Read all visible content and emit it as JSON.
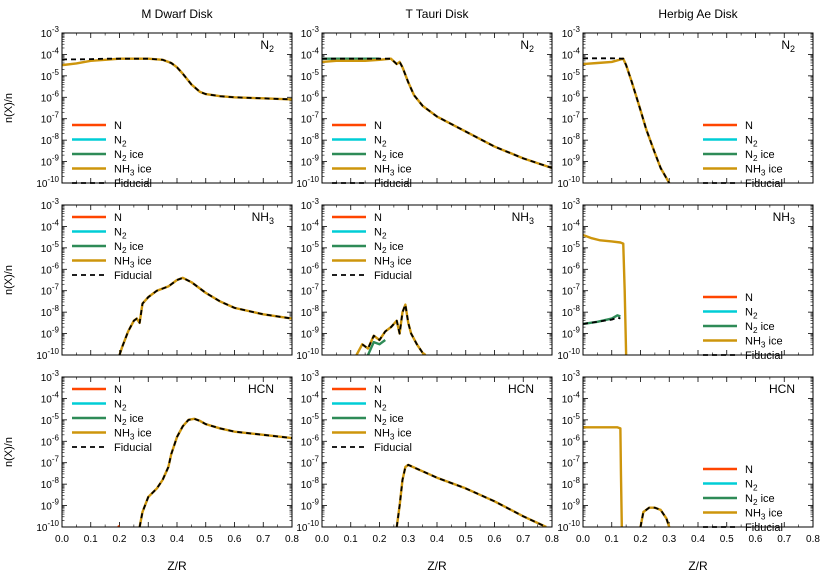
{
  "colors": {
    "N": "#ff4500",
    "N2": "#00cdd6",
    "N2ice": "#2e8b57",
    "NH3ice": "#cd950c",
    "Fiducial": "#000000"
  },
  "legend_labels": [
    {
      "key": "N",
      "base": "N",
      "sub": "",
      "tail": ""
    },
    {
      "key": "N2",
      "base": "N",
      "sub": "2",
      "tail": ""
    },
    {
      "key": "N2ice",
      "base": "N",
      "sub": "2",
      "tail": " ice"
    },
    {
      "key": "NH3ice",
      "base": "NH",
      "sub": "3",
      "tail": " ice"
    },
    {
      "key": "Fiducial",
      "base": "Fiducial",
      "sub": "",
      "tail": ""
    }
  ],
  "column_titles": [
    "M Dwarf Disk",
    "T Tauri Disk",
    "Herbig Ae Disk"
  ],
  "row_labels": [
    {
      "base": "N",
      "sub": "2"
    },
    {
      "base": "NH",
      "sub": "3"
    },
    {
      "base": "HCN",
      "sub": ""
    }
  ],
  "chart_data": {
    "type": "line",
    "xlabel": "Z/R",
    "ylabel": "n(X)/n",
    "xlim": [
      0.0,
      0.8
    ],
    "ylim_log10": [
      -10,
      -3
    ],
    "yscale": "log",
    "xticks": [
      "0.0",
      "0.1",
      "0.2",
      "0.3",
      "0.4",
      "0.5",
      "0.6",
      "0.7",
      "0.8"
    ],
    "yticks": [
      {
        "base": "10",
        "exp": "-3"
      },
      {
        "base": "10",
        "exp": "-4"
      },
      {
        "base": "10",
        "exp": "-5"
      },
      {
        "base": "10",
        "exp": "-6"
      },
      {
        "base": "10",
        "exp": "-7"
      },
      {
        "base": "10",
        "exp": "-8"
      },
      {
        "base": "10",
        "exp": "-9"
      },
      {
        "base": "10",
        "exp": "-10"
      }
    ],
    "panels": [
      {
        "column": 0,
        "row": 0,
        "species": "N2",
        "legend_position": "bottom-left",
        "series": [
          {
            "key": "NH3ice",
            "style": "solid",
            "x": [
              0.0,
              0.05,
              0.1,
              0.15,
              0.2,
              0.25,
              0.3,
              0.35,
              0.38,
              0.4,
              0.42,
              0.45,
              0.48,
              0.5,
              0.55,
              0.6,
              0.7,
              0.8
            ],
            "log10y": [
              -4.5,
              -4.42,
              -4.3,
              -4.25,
              -4.2,
              -4.2,
              -4.2,
              -4.25,
              -4.4,
              -4.6,
              -4.9,
              -5.4,
              -5.75,
              -5.85,
              -5.95,
              -6.0,
              -6.05,
              -6.1
            ]
          },
          {
            "key": "Fiducial",
            "style": "dashed",
            "x": [
              0.0,
              0.05,
              0.1,
              0.15,
              0.2,
              0.25,
              0.3,
              0.35,
              0.38,
              0.4,
              0.42,
              0.45,
              0.48,
              0.5,
              0.55,
              0.6,
              0.7,
              0.8
            ],
            "log10y": [
              -4.23,
              -4.23,
              -4.22,
              -4.2,
              -4.2,
              -4.2,
              -4.2,
              -4.25,
              -4.4,
              -4.6,
              -4.9,
              -5.4,
              -5.75,
              -5.85,
              -5.95,
              -6.0,
              -6.05,
              -6.1
            ]
          }
        ]
      },
      {
        "column": 1,
        "row": 0,
        "species": "N2",
        "legend_position": "bottom-left",
        "series": [
          {
            "key": "N2ice",
            "style": "solid",
            "x": [
              0.0,
              0.1,
              0.18,
              0.2
            ],
            "log10y": [
              -4.2,
              -4.2,
              -4.2,
              -4.2
            ]
          },
          {
            "key": "NH3ice",
            "style": "solid",
            "x": [
              0.0,
              0.05,
              0.1,
              0.15,
              0.2,
              0.24,
              0.26,
              0.27,
              0.28,
              0.29,
              0.3,
              0.32,
              0.35,
              0.4,
              0.5,
              0.6,
              0.7,
              0.8
            ],
            "log10y": [
              -4.35,
              -4.3,
              -4.3,
              -4.3,
              -4.25,
              -4.2,
              -4.45,
              -4.35,
              -4.6,
              -4.95,
              -5.3,
              -5.9,
              -6.4,
              -6.9,
              -7.6,
              -8.3,
              -8.85,
              -9.3
            ]
          },
          {
            "key": "Fiducial",
            "style": "dashed",
            "x": [
              0.0,
              0.1,
              0.2,
              0.24,
              0.26,
              0.27,
              0.28,
              0.29,
              0.3,
              0.32,
              0.35,
              0.4,
              0.5,
              0.6,
              0.7,
              0.8
            ],
            "log10y": [
              -4.2,
              -4.2,
              -4.2,
              -4.2,
              -4.45,
              -4.35,
              -4.6,
              -4.95,
              -5.3,
              -5.9,
              -6.4,
              -6.9,
              -7.6,
              -8.3,
              -8.85,
              -9.3
            ]
          }
        ]
      },
      {
        "column": 2,
        "row": 0,
        "species": "N2",
        "legend_position": "bottom-right",
        "series": [
          {
            "key": "NH3ice",
            "style": "solid",
            "x": [
              0.0,
              0.05,
              0.1,
              0.14,
              0.15,
              0.17,
              0.2,
              0.22,
              0.25,
              0.27,
              0.3
            ],
            "log10y": [
              -4.45,
              -4.4,
              -4.35,
              -4.2,
              -4.5,
              -5.3,
              -6.6,
              -7.5,
              -8.6,
              -9.3,
              -10.0
            ]
          },
          {
            "key": "Fiducial",
            "style": "dashed",
            "x": [
              0.0,
              0.05,
              0.1,
              0.14,
              0.15,
              0.17,
              0.2,
              0.22,
              0.25,
              0.27,
              0.3
            ],
            "log10y": [
              -4.18,
              -4.18,
              -4.18,
              -4.2,
              -4.5,
              -5.3,
              -6.6,
              -7.5,
              -8.6,
              -9.3,
              -10.0
            ]
          }
        ]
      },
      {
        "column": 0,
        "row": 1,
        "species": "NH3",
        "legend_position": "top-left",
        "series": [
          {
            "key": "NH3ice",
            "style": "solid",
            "x": [
              0.2,
              0.21,
              0.23,
              0.25,
              0.26,
              0.27,
              0.28,
              0.3,
              0.33,
              0.37,
              0.4,
              0.42,
              0.45,
              0.5,
              0.55,
              0.6,
              0.7,
              0.8
            ],
            "log10y": [
              -10.0,
              -9.6,
              -8.9,
              -8.4,
              -8.3,
              -8.5,
              -7.6,
              -7.3,
              -7.0,
              -6.8,
              -6.5,
              -6.4,
              -6.6,
              -7.1,
              -7.5,
              -7.8,
              -8.1,
              -8.3
            ]
          },
          {
            "key": "Fiducial",
            "style": "dashed",
            "x": [
              0.2,
              0.21,
              0.23,
              0.25,
              0.26,
              0.27,
              0.28,
              0.3,
              0.33,
              0.37,
              0.4,
              0.42,
              0.45,
              0.5,
              0.55,
              0.6,
              0.7,
              0.8
            ],
            "log10y": [
              -10.0,
              -9.6,
              -8.9,
              -8.4,
              -8.3,
              -8.5,
              -7.6,
              -7.3,
              -7.0,
              -6.8,
              -6.5,
              -6.4,
              -6.6,
              -7.1,
              -7.5,
              -7.8,
              -8.1,
              -8.3
            ]
          }
        ]
      },
      {
        "column": 1,
        "row": 1,
        "species": "NH3",
        "legend_position": "top-left",
        "series": [
          {
            "key": "N2ice",
            "style": "solid",
            "x": [
              0.16,
              0.18,
              0.2,
              0.22
            ],
            "log10y": [
              -10.0,
              -9.4,
              -9.5,
              -9.3
            ]
          },
          {
            "key": "NH3ice",
            "style": "solid",
            "x": [
              0.12,
              0.14,
              0.16,
              0.18,
              0.2,
              0.22,
              0.24,
              0.26,
              0.27,
              0.28,
              0.29,
              0.3,
              0.31,
              0.33,
              0.35,
              0.36
            ],
            "log10y": [
              -10.0,
              -9.5,
              -9.7,
              -9.1,
              -9.3,
              -8.9,
              -8.7,
              -8.4,
              -9.0,
              -8.0,
              -7.65,
              -8.5,
              -9.0,
              -9.5,
              -9.9,
              -10.0
            ]
          },
          {
            "key": "Fiducial",
            "style": "dashed",
            "x": [
              0.14,
              0.16,
              0.18,
              0.2,
              0.22,
              0.24,
              0.26,
              0.27,
              0.28,
              0.29,
              0.3,
              0.31,
              0.33,
              0.35,
              0.36
            ],
            "log10y": [
              -9.5,
              -9.7,
              -9.1,
              -9.3,
              -8.9,
              -8.7,
              -8.4,
              -9.0,
              -8.0,
              -7.65,
              -8.5,
              -9.0,
              -9.5,
              -9.9,
              -10.0
            ]
          }
        ]
      },
      {
        "column": 2,
        "row": 1,
        "species": "NH3",
        "legend_position": "bottom-right",
        "series": [
          {
            "key": "N2ice",
            "style": "solid",
            "x": [
              0.0,
              0.05,
              0.1,
              0.12,
              0.13
            ],
            "log10y": [
              -8.55,
              -8.45,
              -8.3,
              -8.15,
              -8.2
            ]
          },
          {
            "key": "NH3ice",
            "style": "solid",
            "x": [
              0.0,
              0.03,
              0.06,
              0.1,
              0.13,
              0.14,
              0.145,
              0.15
            ],
            "log10y": [
              -4.4,
              -4.55,
              -4.65,
              -4.7,
              -4.75,
              -4.8,
              -7.0,
              -10.0
            ]
          },
          {
            "key": "Fiducial",
            "style": "dashed",
            "x": [
              0.0,
              0.05,
              0.1,
              0.12,
              0.13
            ],
            "log10y": [
              -8.55,
              -8.45,
              -8.35,
              -8.25,
              -8.3
            ]
          }
        ]
      },
      {
        "column": 0,
        "row": 2,
        "species": "HCN",
        "legend_position": "top-left",
        "series": [
          {
            "key": "N",
            "style": "solid",
            "x": [
              0.195,
              0.2
            ],
            "log10y": [
              -10.0,
              -9.95
            ]
          },
          {
            "key": "NH3ice",
            "style": "solid",
            "x": [
              0.27,
              0.28,
              0.3,
              0.33,
              0.35,
              0.37,
              0.38,
              0.4,
              0.42,
              0.44,
              0.46,
              0.48,
              0.5,
              0.55,
              0.6,
              0.7,
              0.8
            ],
            "log10y": [
              -10.0,
              -9.3,
              -8.6,
              -8.2,
              -7.8,
              -7.2,
              -6.6,
              -5.8,
              -5.3,
              -5.0,
              -4.95,
              -5.05,
              -5.2,
              -5.4,
              -5.55,
              -5.7,
              -5.85
            ]
          },
          {
            "key": "Fiducial",
            "style": "dashed",
            "x": [
              0.27,
              0.28,
              0.3,
              0.33,
              0.35,
              0.37,
              0.38,
              0.4,
              0.42,
              0.44,
              0.46,
              0.48,
              0.5,
              0.55,
              0.6,
              0.7,
              0.8
            ],
            "log10y": [
              -10.0,
              -9.3,
              -8.6,
              -8.2,
              -7.8,
              -7.2,
              -6.6,
              -5.8,
              -5.3,
              -5.0,
              -4.95,
              -5.05,
              -5.2,
              -5.4,
              -5.55,
              -5.7,
              -5.85
            ]
          }
        ]
      },
      {
        "column": 1,
        "row": 2,
        "species": "HCN",
        "legend_position": "top-left",
        "series": [
          {
            "key": "NH3ice",
            "style": "solid",
            "x": [
              0.26,
              0.27,
              0.28,
              0.29,
              0.3,
              0.35,
              0.4,
              0.5,
              0.6,
              0.7,
              0.78
            ],
            "log10y": [
              -10.0,
              -9.0,
              -7.8,
              -7.2,
              -7.1,
              -7.4,
              -7.7,
              -8.2,
              -8.8,
              -9.5,
              -10.0
            ]
          },
          {
            "key": "Fiducial",
            "style": "dashed",
            "x": [
              0.26,
              0.27,
              0.28,
              0.29,
              0.3,
              0.35,
              0.4,
              0.5,
              0.6,
              0.7,
              0.78
            ],
            "log10y": [
              -10.0,
              -9.0,
              -7.8,
              -7.2,
              -7.1,
              -7.4,
              -7.7,
              -8.2,
              -8.8,
              -9.5,
              -10.0
            ]
          }
        ]
      },
      {
        "column": 2,
        "row": 2,
        "species": "HCN",
        "legend_position": "bottom-right",
        "series": [
          {
            "key": "NH3ice",
            "style": "solid",
            "x": [
              0.0,
              0.05,
              0.1,
              0.12,
              0.13,
              0.132,
              0.135
            ],
            "log10y": [
              -5.35,
              -5.35,
              -5.35,
              -5.35,
              -5.4,
              -7.5,
              -10.0
            ]
          },
          {
            "key": "NH3ice",
            "style": "solid",
            "x": [
              0.2,
              0.21,
              0.23,
              0.25,
              0.27,
              0.29,
              0.3
            ],
            "log10y": [
              -10.0,
              -9.3,
              -9.1,
              -9.1,
              -9.2,
              -9.6,
              -10.0
            ]
          },
          {
            "key": "Fiducial",
            "style": "dashed",
            "x": [
              0.2,
              0.21,
              0.23,
              0.25,
              0.27,
              0.29,
              0.3
            ],
            "log10y": [
              -10.0,
              -9.3,
              -9.1,
              -9.1,
              -9.2,
              -9.6,
              -10.0
            ]
          }
        ]
      }
    ]
  }
}
